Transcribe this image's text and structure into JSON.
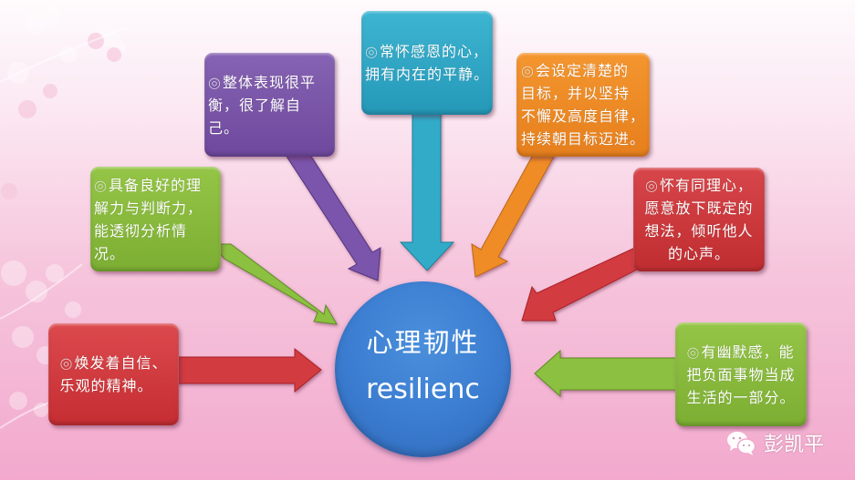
{
  "diagram": {
    "center": {
      "title_zh": "心理韧性",
      "title_en": "resilienc",
      "color": "#3b7cd0"
    },
    "bullet_glyph": "◎",
    "nodes": [
      {
        "id": "confidence",
        "text": "焕发着自信、\n乐观的精神。",
        "color": "#d2363b",
        "arrow_direction": "right"
      },
      {
        "id": "understanding",
        "text": "具备良好的理\n解力与判断力，\n能透彻分析情况。",
        "color": "#86b93a",
        "arrow_direction": "down-right"
      },
      {
        "id": "balance",
        "text": "整体表现很平\n衡，很了解自己。",
        "color": "#7b54a8",
        "arrow_direction": "down-right"
      },
      {
        "id": "gratitude",
        "text": "常怀感恩的心，\n拥有内在的平静。",
        "color": "#2fa8c8",
        "arrow_direction": "down"
      },
      {
        "id": "goals",
        "text": "会设定清楚的\n目标，并以坚持\n不懈及高度自律，\n持续朝目标迈进。",
        "color": "#f08a24",
        "arrow_direction": "down-left"
      },
      {
        "id": "empathy",
        "text": "怀有同理心，\n愿意放下既定的\n想法，倾听他人\n的心声。",
        "color": "#cf3438",
        "arrow_direction": "down-left"
      },
      {
        "id": "humor",
        "text": "有幽默感，能\n把负面事物当成\n生活的一部分。",
        "color": "#86b93a",
        "arrow_direction": "left"
      }
    ]
  },
  "watermark": {
    "icon": "wechat-icon",
    "label": "彭凯平"
  }
}
